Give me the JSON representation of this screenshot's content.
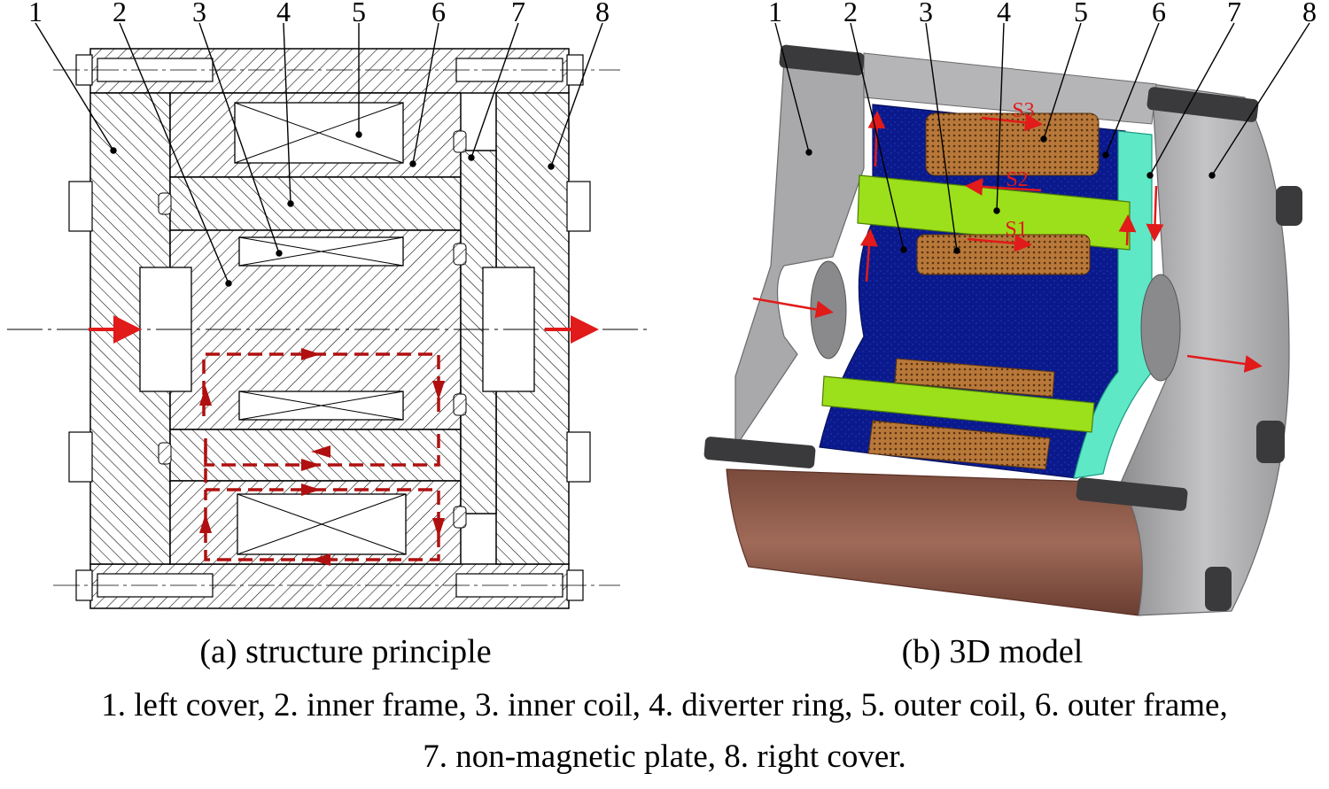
{
  "panel_a": {
    "caption": "(a) structure principle",
    "labels": [
      "1",
      "2",
      "3",
      "4",
      "5",
      "6",
      "7",
      "8"
    ]
  },
  "panel_b": {
    "caption": "(b) 3D model",
    "labels": [
      "1",
      "2",
      "3",
      "4",
      "5",
      "6",
      "7",
      "8"
    ],
    "gap_labels": [
      "S3",
      "S2",
      "S1"
    ]
  },
  "legend": {
    "line1": "1. left cover, 2. inner frame, 3. inner coil, 4. diverter ring, 5. outer coil, 6. outer frame,",
    "line2": "7. non-magnetic plate, 8. right cover."
  },
  "colors": {
    "line": "#000000",
    "flux_path": "#b01010",
    "flow_arrow": "#e11a1a",
    "cover_gray": "#a9a9ab",
    "frame_blue": "#0a1a8c",
    "diverter_green": "#9be01a",
    "plate_cyan": "#5fe8c6",
    "coil_copper": "#b8783a",
    "shell_brown": "#8a5544"
  }
}
